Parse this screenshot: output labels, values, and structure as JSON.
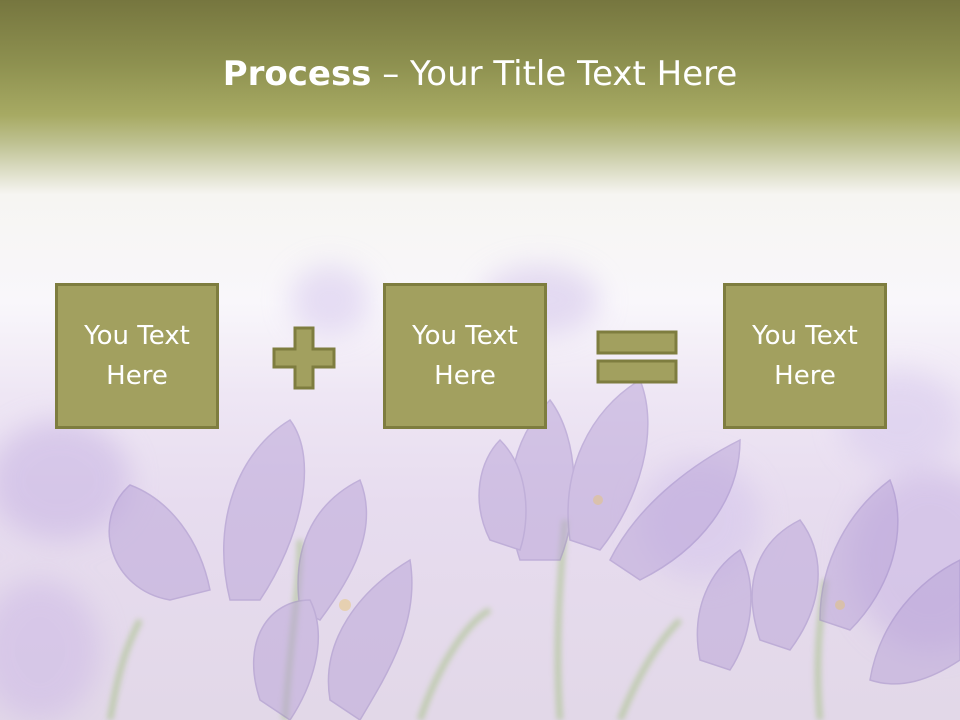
{
  "title": {
    "bold": "Process",
    "rest": " – Your Title Text Here"
  },
  "steps": [
    {
      "label": "You Text Here"
    },
    {
      "label": "You Text Here"
    },
    {
      "label": "You Text Here"
    }
  ],
  "operators": [
    "plus",
    "equals"
  ],
  "colors": {
    "box_fill": "#a2a05f",
    "box_border": "#7e7d3f",
    "title_text": "#ffffff",
    "header_band": "#8e9150",
    "flower": "#b9a3d8"
  },
  "icons": {
    "plus": "plus-icon",
    "equals": "equals-icon"
  }
}
